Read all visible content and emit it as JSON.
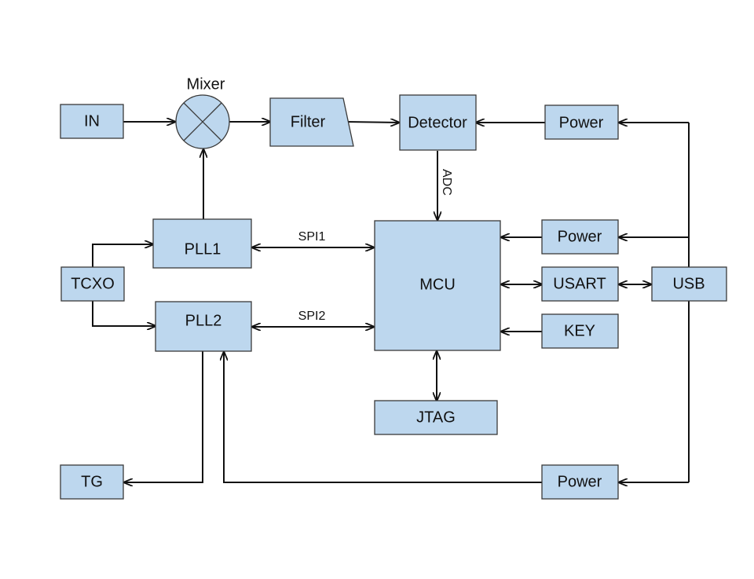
{
  "blocks": {
    "in": "IN",
    "mixer": "Mixer",
    "filter": "Filter",
    "detector": "Detector",
    "power_top": "Power",
    "pll1": "PLL1",
    "pll2": "PLL2",
    "tcxo": "TCXO",
    "mcu": "MCU",
    "power_mid": "Power",
    "usart": "USART",
    "usb": "USB",
    "key": "KEY",
    "jtag": "JTAG",
    "tg": "TG",
    "power_bottom": "Power"
  },
  "links": {
    "adc": "ADC",
    "spi1": "SPI1",
    "spi2": "SPI2"
  }
}
